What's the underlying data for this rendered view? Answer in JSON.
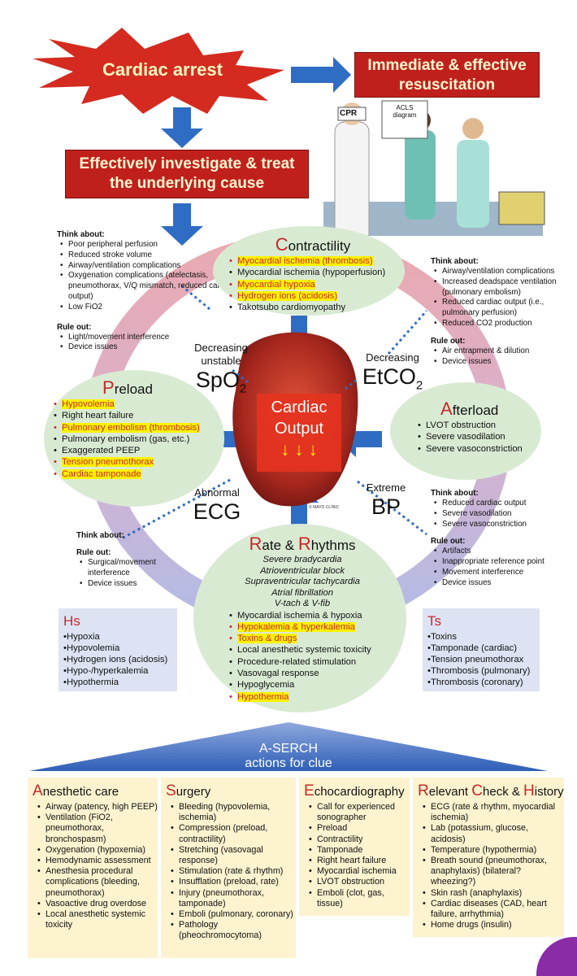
{
  "top": {
    "arrest": "Cardiac arrest",
    "resus_line1": "Immediate & effective",
    "resus_line2": "resuscitation",
    "invest_line1": "Effectively investigate & treat",
    "invest_line2": "the underlying cause",
    "cpr_label": "CPR",
    "acls_label": "ACLS diagram"
  },
  "left_think": {
    "title": "Think about:",
    "items": [
      "Poor peripheral perfusion",
      "Reduced stroke volume",
      "Airway/ventilation complications",
      "Oxygenation complications (atelectasis, pneumothorax, V/Q mismatch, reduced cardiac output)",
      "Low FiO2"
    ],
    "ruleout_title": "Rule out:",
    "ruleout": [
      "Light/movement interference",
      "Device issues"
    ]
  },
  "right_think": {
    "title": "Think about:",
    "items": [
      "Airway/ventilation complications",
      "Increased deadspace ventilation (pulmonary embolism)",
      "Reduced cardiac output (i.e., pulmonary perfusion)",
      "Reduced CO2 production"
    ],
    "ruleout_title": "Rule out:",
    "ruleout": [
      "Air entrapment & dilution",
      "Device issues"
    ]
  },
  "contractility": {
    "cap": "C",
    "rest": "ontractility",
    "items": [
      {
        "text": "Myocardial ischemia (thrombosis)",
        "hl": true
      },
      {
        "text": "Myocardial ischemia (hypoperfusion)",
        "hl": false
      },
      {
        "text": "Myocardial hypoxia",
        "hl": true
      },
      {
        "text": "Hydrogen ions (acidosis)",
        "hl": true
      },
      {
        "text": "Takotsubo cardiomyopathy",
        "hl": false
      }
    ]
  },
  "preload": {
    "cap": "P",
    "rest": "reload",
    "items": [
      {
        "text": "Hypovolemia",
        "hl": true
      },
      {
        "text": "Right heart failure",
        "hl": false
      },
      {
        "text": "Pulmonary embolism (thrombosis)",
        "hl": true
      },
      {
        "text": "Pulmonary embolism (gas, etc.)",
        "hl": false
      },
      {
        "text": "Exaggerated PEEP",
        "hl": false
      },
      {
        "text": "Tension pneumothorax",
        "hl": true
      },
      {
        "text": "Cardiac tamponade",
        "hl": true
      }
    ]
  },
  "afterload": {
    "cap": "A",
    "rest": "fterload",
    "items": [
      "LVOT obstruction",
      "Severe vasodilation",
      "Severe vasoconstriction"
    ]
  },
  "rate": {
    "cap1": "R",
    "rest1": "ate & ",
    "cap2": "R",
    "rest2": "hythms",
    "italic": [
      "Severe bradycardia",
      "Atrioventricular block",
      "Supraventricular tachycardia",
      "Atrial fibrillation",
      "V-tach & V-fib"
    ],
    "items": [
      {
        "text": "Myocardial ischemia & hypoxia",
        "hl": false
      },
      {
        "text": "Hypokalemia & hyperkalemia",
        "hl": true
      },
      {
        "text": "Toxins & drugs",
        "hl": true
      },
      {
        "text": "Local anesthetic systemic toxicity",
        "hl": false
      },
      {
        "text": "Procedure-related stimulation",
        "hl": false
      },
      {
        "text": "Vasovagal response",
        "hl": false
      },
      {
        "text": "Hypoglycemia",
        "hl": false
      },
      {
        "text": "Hypothermia",
        "hl": true
      }
    ]
  },
  "center": {
    "line1": "Cardiac",
    "line2": "Output",
    "arrows": "↓ ↓ ↓",
    "credit": "© MAYO CLINIC",
    "spo2_small1": "Decreasing",
    "spo2_small2": "unstable",
    "spo2_big": "SpO",
    "etco2_small": "Decreasing",
    "etco2_big": "EtCO",
    "ecg_small": "Abnormal",
    "ecg_big": "ECG",
    "bp_small": "Extreme",
    "bp_big": "BP",
    "sub": "2"
  },
  "left_lower": {
    "think_title": "Think about:",
    "ruleout_title": "Rule out:",
    "ruleout": [
      "Surgical/movement interference",
      "Device issues"
    ]
  },
  "right_lower": {
    "title": "Think about:",
    "items": [
      "Reduced cardiac output",
      "Severe vasodilation",
      "Severe vasoconstriction"
    ],
    "ruleout_title": "Rule out:",
    "ruleout": [
      "Artifacts",
      "Inappropriate reference point",
      "Movement interference",
      "Device issues"
    ]
  },
  "hs": {
    "title": "Hs",
    "items": [
      "•Hypoxia",
      "•Hypovolemia",
      "•Hydrogen ions (acidosis)",
      "•Hypo-/hyperkalemia",
      "•Hypothermia"
    ]
  },
  "ts": {
    "title": "Ts",
    "items": [
      "•Toxins",
      "•Tamponade (cardiac)",
      "•Tension pneumothorax",
      "•Thrombosis (pulmonary)",
      "•Thrombosis (coronary)"
    ]
  },
  "aserch": {
    "line1": "A-SERCH",
    "line2": "actions for clue"
  },
  "columns": [
    {
      "cap": "A",
      "rest": "nesthetic care",
      "items": [
        "Airway (patency, high PEEP)",
        "Ventilation (FiO2, pneumothorax, bronchospasm)",
        "Oxygenation (hypoxemia)",
        "Hemodynamic assessment",
        "Anesthesia procedural complications (bleeding, pneumothorax)",
        "Vasoactive drug overdose",
        "Local anesthetic systemic toxicity"
      ]
    },
    {
      "cap": "S",
      "rest": "urgery",
      "items": [
        "Bleeding (hypovolemia, ischemia)",
        "Compression (preload, contractility)",
        "Stretching (vasovagal response)",
        "Stimulation (rate & rhythm)",
        "Insufflation (preload, rate)",
        "Injury (pneumothorax, tamponade)",
        "Emboli (pulmonary, coronary)",
        "Pathology (pheochromocytoma)"
      ]
    },
    {
      "cap": "E",
      "rest": "chocardiography",
      "items": [
        "Call for experienced sonographer",
        "Preload",
        "Contractility",
        "Tamponade",
        "Right heart failure",
        "Myocardial ischemia",
        "LVOT obstruction",
        "Emboli (clot, gas, tissue)"
      ]
    },
    {
      "cap": "R",
      "rest": "elevant ",
      "cap2": "C",
      "rest2": "heck & ",
      "cap3": "H",
      "rest3": "istory",
      "items": [
        "ECG (rate & rhythm, myocardial ischemia)",
        "Lab (potassium, glucose, acidosis)",
        "Temperature (hypothermia)",
        "Breath sound (pneumothorax, anaphylaxis) (bilateral? wheezing?)",
        "Skin rash (anaphylaxis)",
        "Cardiac diseases (CAD, heart failure, arrhythmia)",
        "Home drugs (insulin)"
      ]
    }
  ],
  "colors": {
    "red": "#c0201c",
    "burst": "#d42a1f",
    "blue_arrow": "#2f6cc4",
    "ellipse": "#d9ead3",
    "highlight": "#fff200",
    "col_bg": "#fdf3cf",
    "hbox": "#dde3f3"
  }
}
